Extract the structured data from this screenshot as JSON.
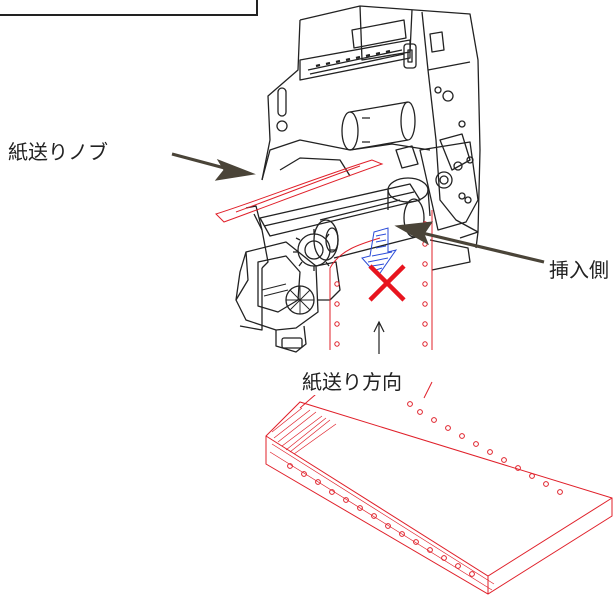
{
  "labels": {
    "feed_knob": "紙送りノブ",
    "insert_side": "挿入側",
    "feed_direction": "紙送り方向"
  },
  "colors": {
    "line": "#222222",
    "paper": "#e0202a",
    "cross": "#e8141e",
    "arrow_hatch": "#2a4bd8",
    "pointer_arrow": "#4a4438"
  },
  "icons": {
    "wrong_mark": "x-mark-icon",
    "insert_arrow": "hatched-down-arrow-icon",
    "feed_arrow": "up-arrow-icon",
    "pointer": "pointer-arrow-icon"
  }
}
